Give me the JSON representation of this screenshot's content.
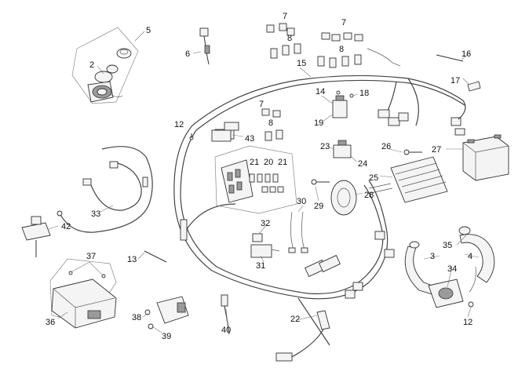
{
  "callouts": [
    {
      "id": "c5",
      "text": "5"
    },
    {
      "id": "c2",
      "text": "2"
    },
    {
      "id": "c6",
      "text": "6"
    },
    {
      "id": "c7a",
      "text": "7"
    },
    {
      "id": "c8a",
      "text": "8"
    },
    {
      "id": "c7b",
      "text": "7"
    },
    {
      "id": "c8b",
      "text": "8"
    },
    {
      "id": "c16",
      "text": "16"
    },
    {
      "id": "c15",
      "text": "15"
    },
    {
      "id": "c17",
      "text": "17"
    },
    {
      "id": "c14",
      "text": "14"
    },
    {
      "id": "c18",
      "text": "18"
    },
    {
      "id": "c7c",
      "text": "7"
    },
    {
      "id": "c8c",
      "text": "8"
    },
    {
      "id": "c12a",
      "text": "12"
    },
    {
      "id": "c43",
      "text": "43"
    },
    {
      "id": "c19",
      "text": "19"
    },
    {
      "id": "c23",
      "text": "23"
    },
    {
      "id": "c26",
      "text": "26"
    },
    {
      "id": "c27",
      "text": "27"
    },
    {
      "id": "c24",
      "text": "24"
    },
    {
      "id": "c21a",
      "text": "21"
    },
    {
      "id": "c20",
      "text": "20"
    },
    {
      "id": "c21b",
      "text": "21"
    },
    {
      "id": "c25",
      "text": "25"
    },
    {
      "id": "c28",
      "text": "28"
    },
    {
      "id": "c29",
      "text": "29"
    },
    {
      "id": "c30",
      "text": "30"
    },
    {
      "id": "c33",
      "text": "33"
    },
    {
      "id": "c42",
      "text": "42"
    },
    {
      "id": "c32",
      "text": "32"
    },
    {
      "id": "c35",
      "text": "35"
    },
    {
      "id": "c4",
      "text": "4"
    },
    {
      "id": "c3",
      "text": "3"
    },
    {
      "id": "c13",
      "text": "13"
    },
    {
      "id": "c31",
      "text": "31"
    },
    {
      "id": "c34",
      "text": "34"
    },
    {
      "id": "c37",
      "text": "37"
    },
    {
      "id": "c36",
      "text": "36"
    },
    {
      "id": "c38",
      "text": "38"
    },
    {
      "id": "c39",
      "text": "39"
    },
    {
      "id": "c40",
      "text": "40"
    },
    {
      "id": "c22",
      "text": "22"
    },
    {
      "id": "c12b",
      "text": "12"
    }
  ]
}
